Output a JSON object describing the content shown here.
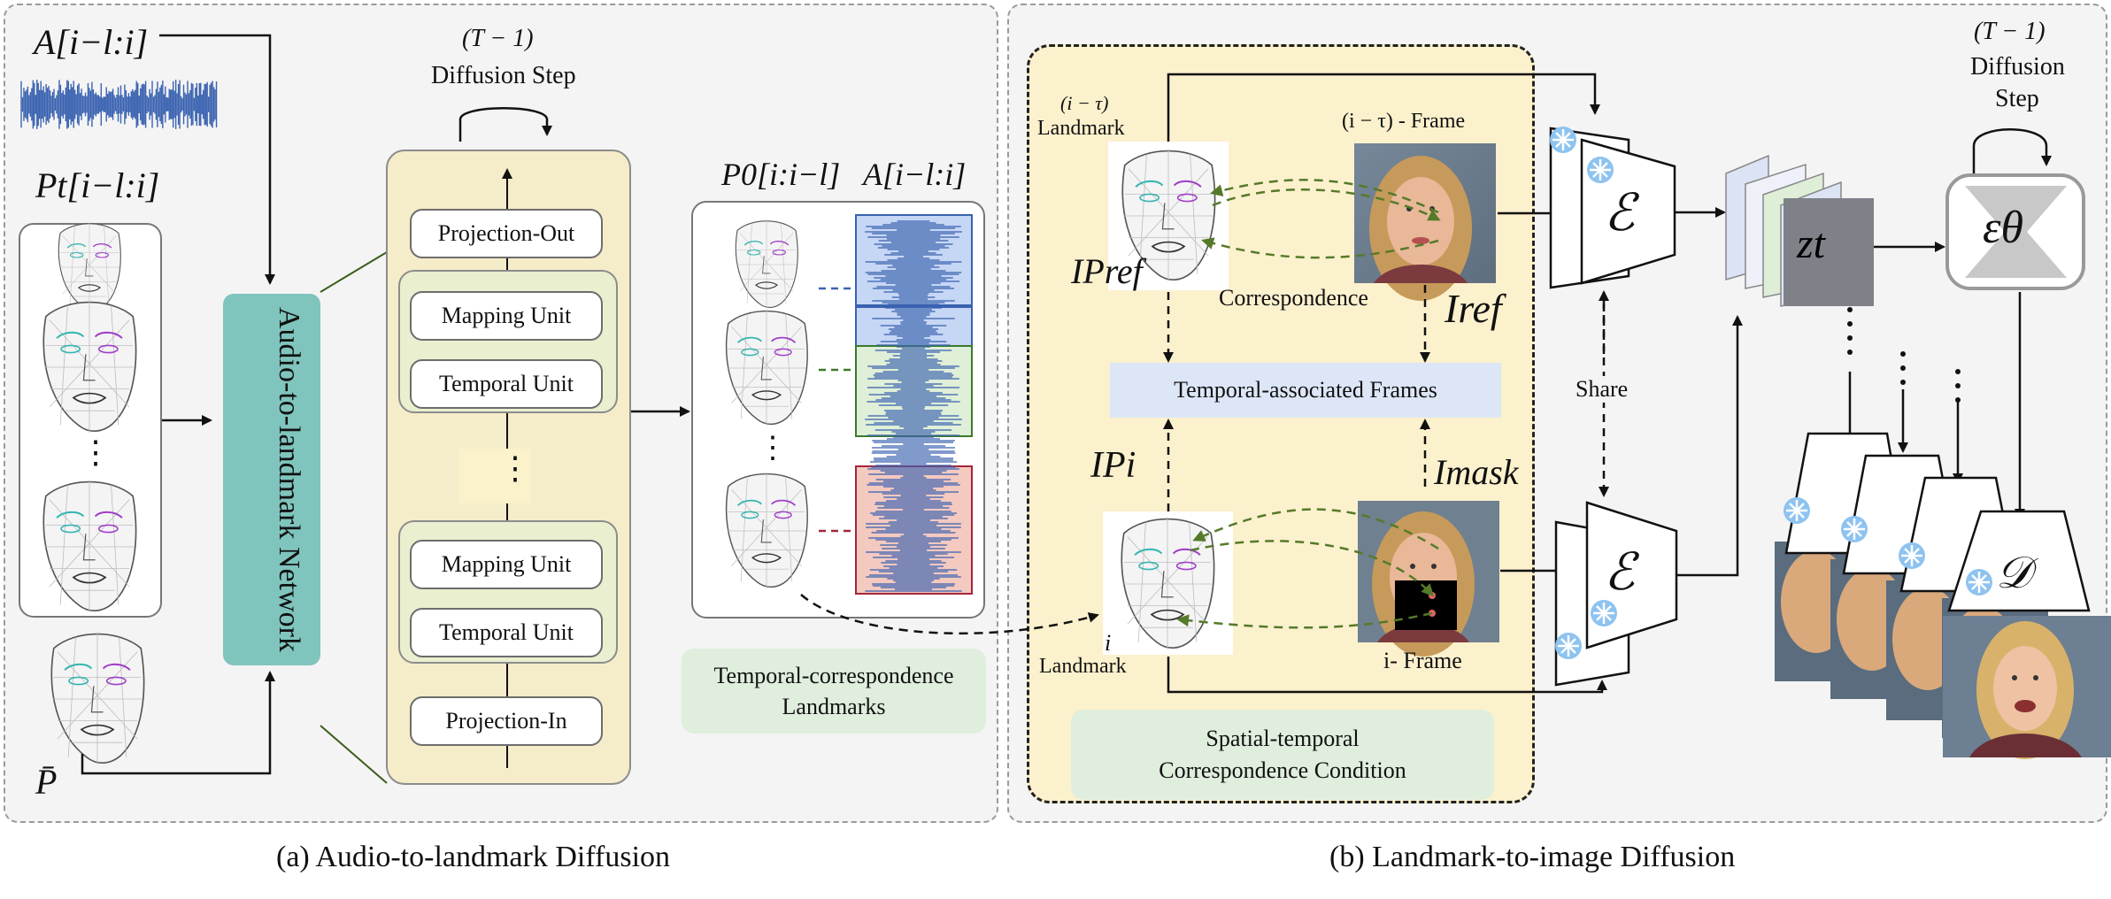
{
  "panel_a": {
    "caption": "(a) Audio-to-landmark Diffusion",
    "audio_label": "A[i−l:i]",
    "landmark_seq_label": "Pt[i−l:i]",
    "mean_landmark_label": "P̄",
    "network": "Audio-to-landmark Network",
    "diffusion_step_top": "(T − 1)",
    "diffusion_step": "Diffusion Step",
    "units": {
      "projection_out": "Projection-Out",
      "mapping_unit_1": "Mapping Unit",
      "temporal_unit_1": "Temporal Unit",
      "mapping_unit_2": "Mapping Unit",
      "temporal_unit_2": "Temporal Unit",
      "projection_in": "Projection-In"
    },
    "output_landmark_label": "P0[i:i−l]",
    "output_audio_label": "A[i−l:i]",
    "tc_landmarks": "Temporal-correspondence Landmarks",
    "dots": "⋮"
  },
  "panel_b": {
    "caption": "(b) Landmark-to-image Diffusion",
    "ref_landmark_top": "(i − τ)",
    "ref_landmark": "Landmark",
    "ref_frame_label": "(i − τ) - Frame",
    "ref_landmark_math": "IPref",
    "ref_image_math": "Iref",
    "correspondence": "Correspondence",
    "temporal_frames": "Temporal-associated Frames",
    "cur_landmark_math": "IPi",
    "mask_math": "Imask",
    "cur_landmark_i": "i",
    "cur_landmark": "Landmark",
    "cur_frame_label": "i- Frame",
    "share": "Share",
    "stc_line1": "Spatial-temporal",
    "stc_line2": "Correspondence Condition",
    "encoder": "ℰ",
    "latent": "zt",
    "denoiser": "εθ",
    "decoder": "𝒟",
    "diffusion_step_top": "(T − 1)",
    "diffusion_step_1": "Diffusion",
    "diffusion_step_2": "Step"
  },
  "colors": {
    "network_teal": "#7fc4bd",
    "unit_panel": "#f5ecc9",
    "ref_panel": "#fcf1cd",
    "temporal_frames_bg": "#dce6f7",
    "label_green_bg": "#dfeedd",
    "blue_band": "#c6d6f5",
    "green_band": "#dfefd8",
    "red_band": "#f4c9c0",
    "arrow_green": "#557a2a",
    "waveform": "#3a62b0"
  }
}
